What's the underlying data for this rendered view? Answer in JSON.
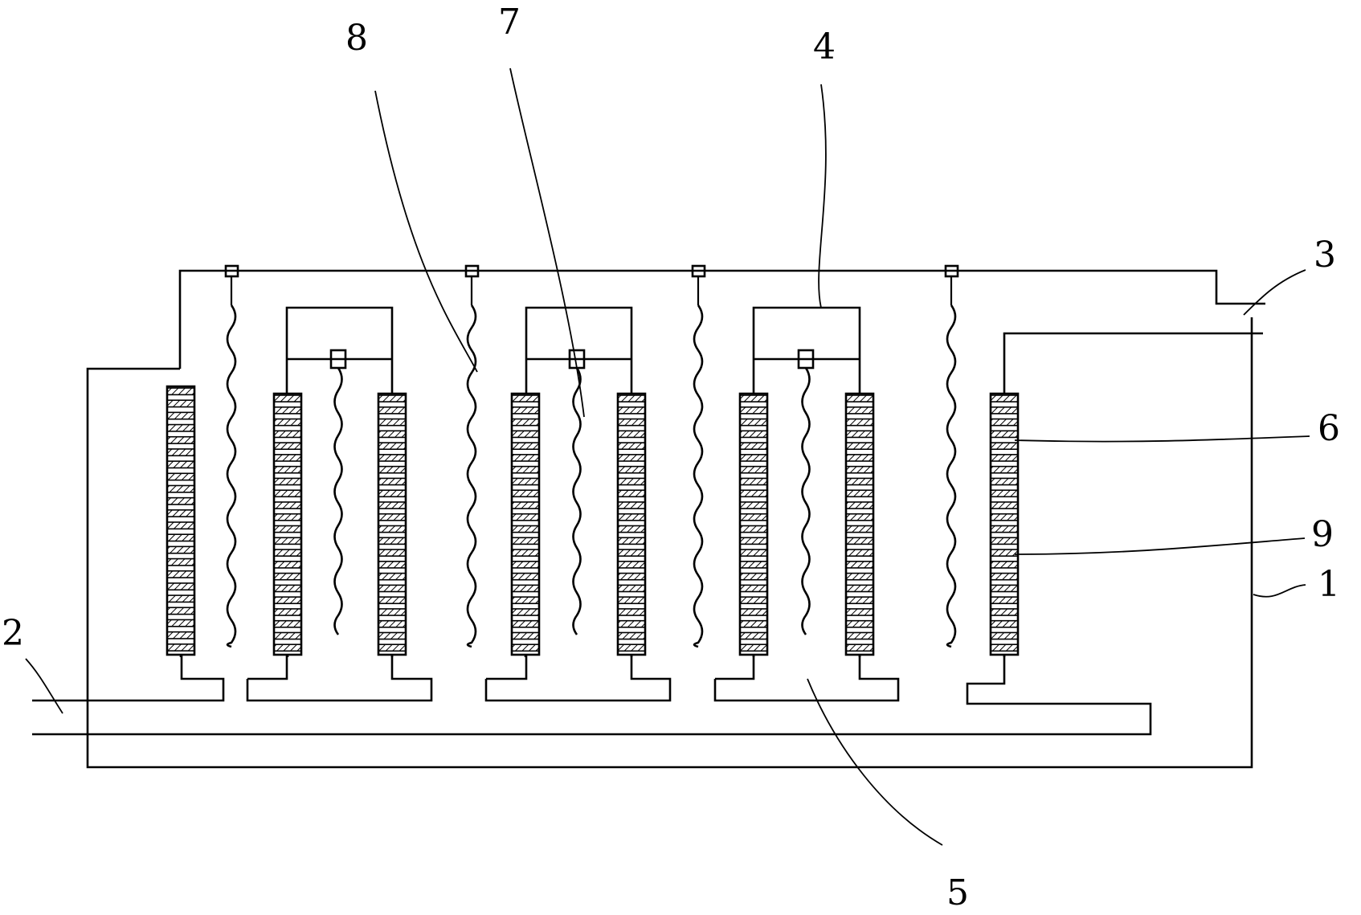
{
  "callouts": [
    {
      "id": "label-1",
      "text": "1"
    },
    {
      "id": "label-2",
      "text": "2"
    },
    {
      "id": "label-3",
      "text": "3"
    },
    {
      "id": "label-4",
      "text": "4"
    },
    {
      "id": "label-5",
      "text": "5"
    },
    {
      "id": "label-6",
      "text": "6"
    },
    {
      "id": "label-7",
      "text": "7"
    },
    {
      "id": "label-8",
      "text": "8"
    },
    {
      "id": "label-9",
      "text": "9"
    }
  ],
  "colors": {
    "line": "#000000",
    "background": "#ffffff"
  }
}
